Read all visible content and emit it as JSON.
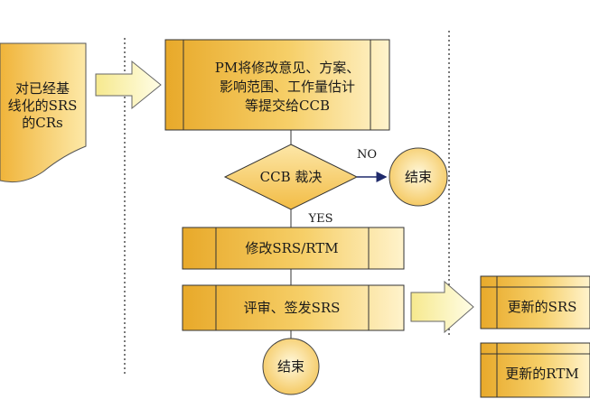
{
  "input_doc": {
    "lines": [
      "对已经基",
      "线化的SRS",
      "的CRs"
    ]
  },
  "submit_box": {
    "lines": [
      "PM将修改意见、方案、",
      "影响范围、工作量估计",
      "等提交给CCB"
    ]
  },
  "decision": {
    "label": "CCB 裁决"
  },
  "no_label": "NO",
  "yes_label": "YES",
  "end_no": {
    "label": "结束"
  },
  "modify_box": {
    "label": "修改SRS/RTM"
  },
  "review_box": {
    "label": "评审、签发SRS"
  },
  "end_final": {
    "label": "结束"
  },
  "output_srs": {
    "label": "更新的SRS"
  },
  "output_rtm": {
    "label": "更新的RTM"
  },
  "colors": {
    "fill_dark": "#f2c14e",
    "fill_light": "#fff6d6",
    "stroke": "#333333",
    "arrow_fill": "#fffbd0",
    "lane_line": "#222222"
  }
}
